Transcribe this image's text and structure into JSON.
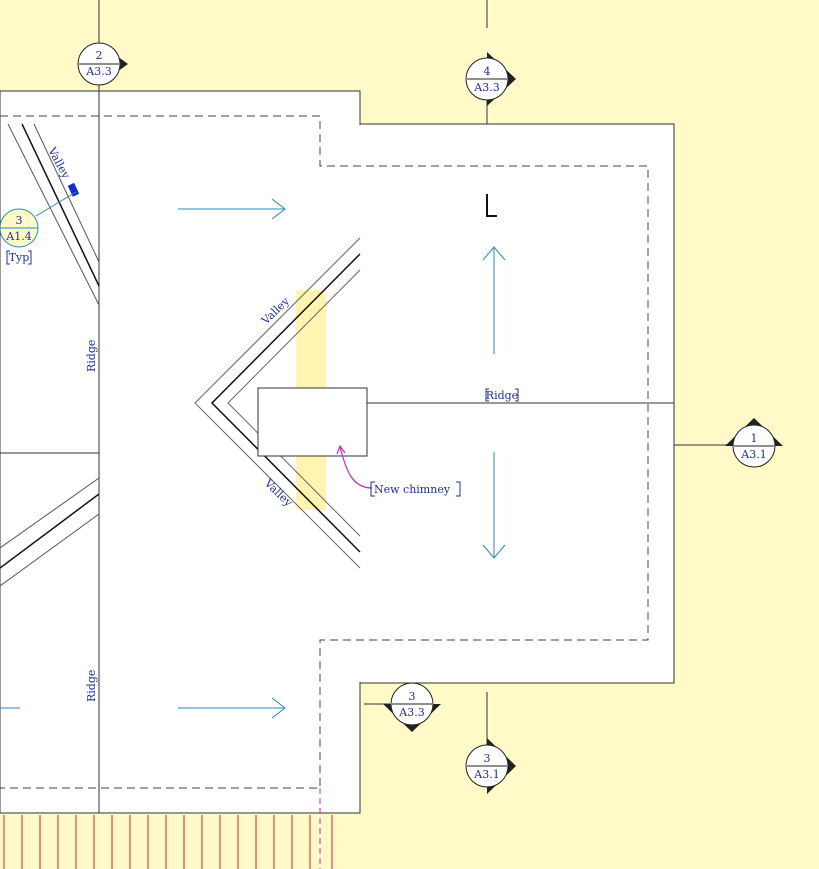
{
  "colors": {
    "background": "#fffac8",
    "roof_fill": "#ffffff",
    "line": "#333333",
    "arrow": "#2a8ab8",
    "label": "#1f2f9c",
    "leader_callout": "#c22ac2",
    "highlight": "#fff4a8",
    "hatch": "#c4262c"
  },
  "section_markers": [
    {
      "id": "marker-2-a33",
      "number": "2",
      "sheet": "A3.3"
    },
    {
      "id": "marker-4-a33",
      "number": "4",
      "sheet": "A3.3"
    },
    {
      "id": "marker-1-a31",
      "number": "1",
      "sheet": "A3.1"
    },
    {
      "id": "marker-3-a33",
      "number": "3",
      "sheet": "A3.3"
    },
    {
      "id": "marker-3-a31",
      "number": "3",
      "sheet": "A3.1"
    }
  ],
  "detail_callout": {
    "number": "3",
    "sheet": "A1.4",
    "note": "Typ"
  },
  "labels": {
    "valley_upper_left": "Valley",
    "valley_center_upper": "Valley",
    "valley_center_lower": "Valley",
    "ridge_left_upper": "Ridge",
    "ridge_left_lower": "Ridge",
    "ridge_right": "Ridge",
    "new_chimney": "New chimney"
  }
}
